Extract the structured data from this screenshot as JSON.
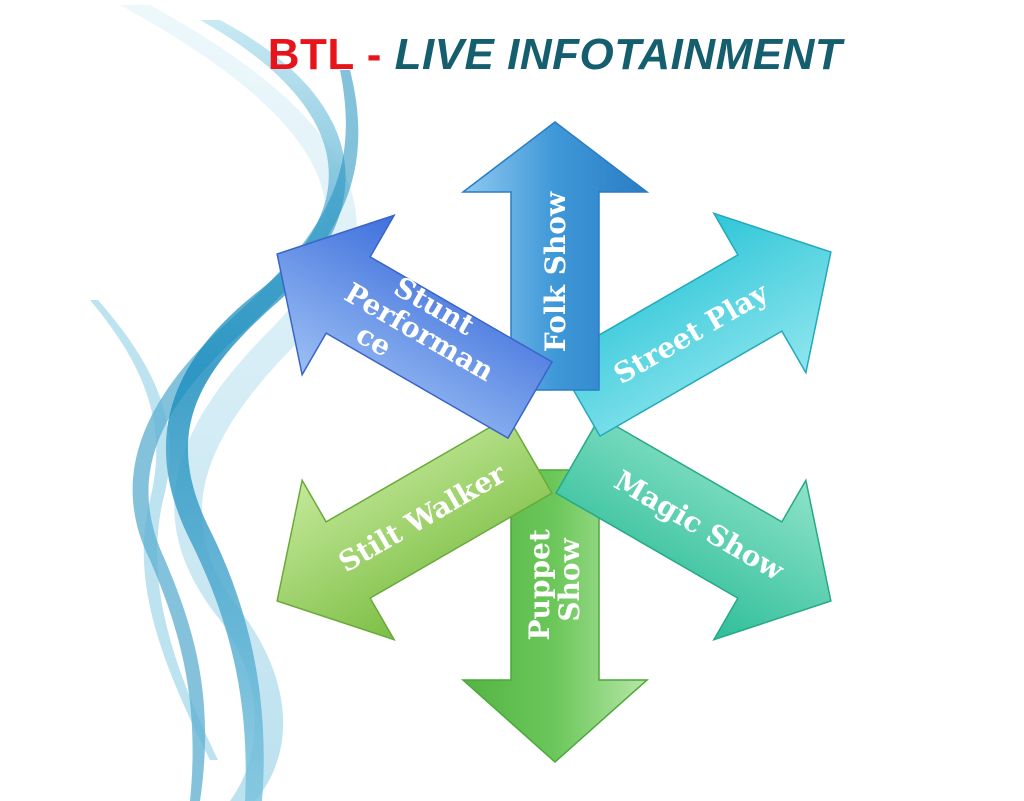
{
  "title": {
    "brand": "BTL",
    "separator": " - ",
    "rest": "LIVE INFOTAINMENT"
  },
  "arrows": [
    {
      "label": "Folk Show",
      "color": "#3f98d8"
    },
    {
      "label": "Street Play",
      "color": "#2fc6d8"
    },
    {
      "label": "Magic Show",
      "color": "#3cc9a8"
    },
    {
      "label": "Puppet",
      "label2": "Show",
      "color": "#6cc75a"
    },
    {
      "label": "Stilt Walker",
      "color": "#8cc651"
    },
    {
      "label": "Stunt",
      "label2": "Performan",
      "label3": "ce",
      "color": "#4a78e0"
    }
  ],
  "colors": {
    "brand": "#e8141b",
    "heading": "#155e6e",
    "swoosh": "#1f8fbf"
  }
}
